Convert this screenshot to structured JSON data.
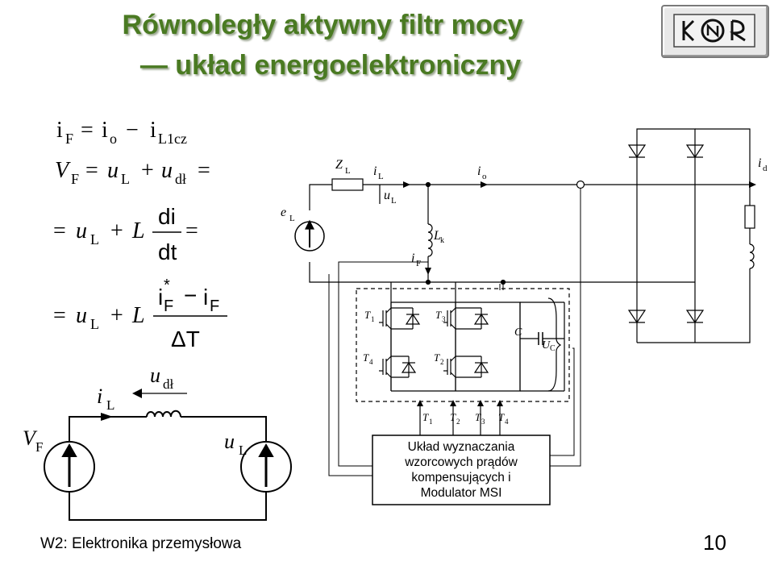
{
  "title": {
    "line1": "Równoległy aktywny filtr mocy",
    "line2_dash": "—",
    "line2": "układ energoelektroniczny"
  },
  "footer": {
    "text": "W2: Elektronika przemysłowa",
    "page": "10"
  },
  "equations": {
    "eq1": {
      "i": "i",
      "F": "F",
      "eq": "=",
      "io": "i",
      "o": "o",
      "minus": "−",
      "iL": "i",
      "L1cz": "L1cz"
    },
    "eq2": {
      "V": "V",
      "F": "F",
      "eq": "=",
      "u": "u",
      "L": "L",
      "plus": "+",
      "u2": "u",
      "dl": "dł",
      "eq2": "="
    },
    "eq3": {
      "eq": "=",
      "u": "u",
      "L": "L",
      "plus": "+",
      "Lsym": "L",
      "num": "di",
      "den": "dt",
      "eq2": "="
    },
    "eq4": {
      "eq": "=",
      "u": "u",
      "L": "L",
      "plus": "+",
      "Lsym": "L",
      "i1": "i",
      "star": "*",
      "F1": "F",
      "minus": "−",
      "i2": "i",
      "F2": "F",
      "den": "ΔT"
    }
  },
  "equivalent": {
    "iL": "i",
    "iL_sub": "L",
    "udl": "u",
    "udl_sub": "dł",
    "VF": "V",
    "VF_sub": "F",
    "uL": "u",
    "uL_sub": "L"
  },
  "circuit": {
    "eL": "e",
    "eL_sub": "L",
    "ZL": "Z",
    "ZL_sub": "L",
    "iL": "i",
    "iL_sub": "L",
    "uL": "u",
    "uL_sub": "L",
    "io": "i",
    "io_sub": "o",
    "Lk": "L",
    "Lk_sub": "k",
    "iF": "i",
    "iF_sub": "F",
    "id": "i",
    "id_sub": "d",
    "T1": "T",
    "T1_sub": "1",
    "T2": "T",
    "T2_sub": "2",
    "T3": "T",
    "T3_sub": "3",
    "T4": "T",
    "T4_sub": "4",
    "C": "C",
    "Uc": "U",
    "Uc_sub": "C",
    "gate_T1": "T",
    "gate_T1_sub": "1",
    "gate_T2": "T",
    "gate_T2_sub": "2",
    "gate_T3": "T",
    "gate_T3_sub": "3",
    "gate_T4": "T",
    "gate_T4_sub": "4",
    "box_line1": "Układ wyznaczania",
    "box_line2": "wzorcowych prądów",
    "box_line3": "kompensujących i",
    "box_line4": "Modulator MSI"
  }
}
